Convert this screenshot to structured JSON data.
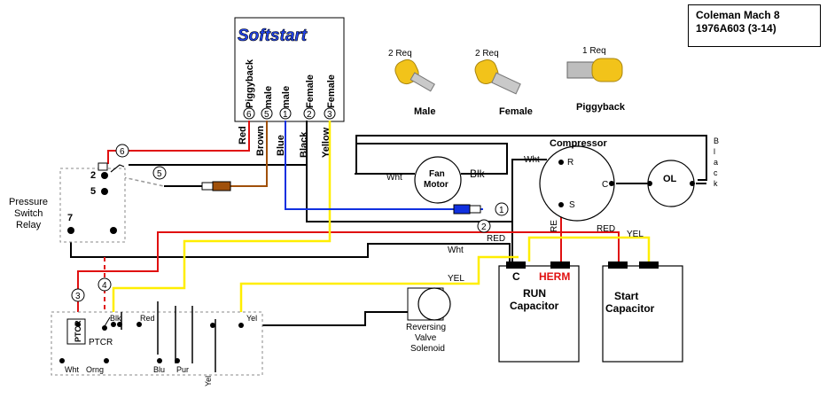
{
  "title": {
    "line1": "Coleman Mach 8",
    "line2": "1976A603 (3-14)"
  },
  "softstart": {
    "label": "Softstart",
    "wires": [
      "Piggyback",
      "male",
      "male",
      "Female",
      "Female"
    ],
    "terminals": [
      "6",
      "5",
      "1",
      "2",
      "3"
    ]
  },
  "lead_colors": {
    "red": "Red",
    "brown": "Brown",
    "blue": "Blue",
    "black": "Black",
    "yellow": "Yellow"
  },
  "connectors": [
    {
      "qty": "2 Req",
      "name": "Male"
    },
    {
      "qty": "2 Req",
      "name": "Female"
    },
    {
      "qty": "1 Req",
      "name": "Piggyback"
    }
  ],
  "compressor": {
    "label": "Compressor",
    "r": "R",
    "c": "C",
    "s": "S",
    "ol": "OL",
    "black_label": "Black"
  },
  "fan_motor": {
    "label1": "Fan",
    "label2": "Motor",
    "wht": "Wht",
    "blk": "Blk"
  },
  "pressure_switch": {
    "label1": "Pressure",
    "label2": "Switch",
    "label3": "Relay",
    "t2": "2",
    "t5": "5",
    "t7": "7"
  },
  "callouts": {
    "c1": "1",
    "c2": "2",
    "c3": "3",
    "c4": "4",
    "c5": "5",
    "c6": "6"
  },
  "run_cap": {
    "label1": "RUN",
    "label2": "Capacitor",
    "c": "C",
    "herm": "HERM"
  },
  "start_cap": {
    "label1": "Start",
    "label2": "Capacitor"
  },
  "valve": {
    "label1": "Reversing",
    "label2": "Valve",
    "label3": "Solenoid"
  },
  "board": {
    "ptcr_box": "PTCR",
    "ptcr": "PTCR",
    "blk": "Blk",
    "red": "Red",
    "yel": "Yel",
    "wht": "Wht",
    "orng": "Orng",
    "blu": "Blu",
    "pur": "Pur",
    "yel_v": "Yel"
  },
  "wire_labels": {
    "wht_top": "Wht",
    "red1": "RED",
    "wht2": "Wht",
    "red2": "RED",
    "yel1": "YEL",
    "yel2": "YEL",
    "re": "RE"
  },
  "colors": {
    "red": "#e01010",
    "yellow": "#ffee00",
    "blue": "#1030e0",
    "brown": "#a0500a",
    "black": "#000000"
  }
}
